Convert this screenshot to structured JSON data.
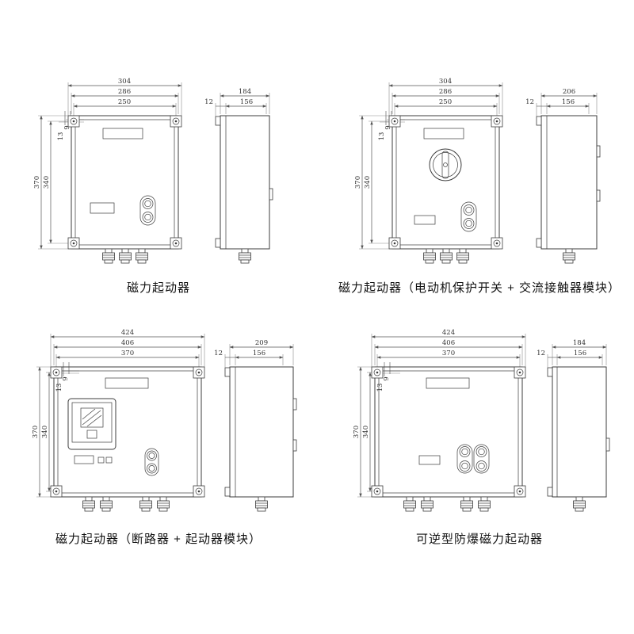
{
  "panels": [
    {
      "caption": "磁力起动器",
      "front": {
        "width_outer": "304",
        "width_body": "286",
        "width_holes": "250",
        "height_body": "370",
        "height_holes": "340",
        "inset_a": "13",
        "inset_b": "9"
      },
      "side": {
        "depth_outer": "184",
        "depth_inner": "156",
        "flange": "12"
      }
    },
    {
      "caption": "磁力起动器（电动机保护开关 + 交流接触器模块）",
      "front": {
        "width_outer": "304",
        "width_body": "286",
        "width_holes": "250",
        "height_body": "370",
        "height_holes": "340",
        "inset_a": "13",
        "inset_b": "9"
      },
      "side": {
        "depth_outer": "206",
        "depth_inner": "156",
        "flange": "12"
      }
    },
    {
      "caption": "磁力起动器（断路器 + 起动器模块）",
      "front": {
        "width_outer": "424",
        "width_body": "406",
        "width_holes": "370",
        "height_body": "370",
        "height_holes": "340",
        "inset_a": "13",
        "inset_b": "9"
      },
      "side": {
        "depth_outer": "209",
        "depth_inner": "156",
        "flange": "12"
      }
    },
    {
      "caption": "可逆型防爆磁力起动器",
      "front": {
        "width_outer": "424",
        "width_body": "406",
        "width_holes": "370",
        "height_body": "370",
        "height_holes": "340",
        "inset_a": "13",
        "inset_b": "9"
      },
      "side": {
        "depth_outer": "184",
        "depth_inner": "156",
        "flange": "12"
      }
    }
  ],
  "colors": {
    "line": "#3c3c3c",
    "dim": "#555",
    "text": "#111"
  }
}
